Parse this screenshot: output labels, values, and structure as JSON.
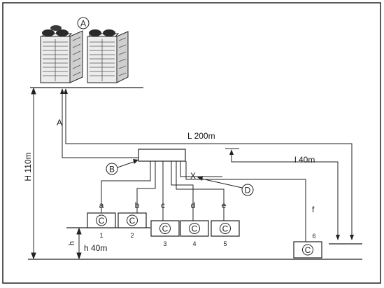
{
  "labels": {
    "outdoor_unit_marker": "A",
    "branch_header_marker": "B",
    "indoor_unit_marker": "C",
    "branch_point_marker": "D",
    "pipe_main": "A",
    "pipe_a": "a",
    "pipe_b": "b",
    "pipe_c": "c",
    "pipe_d": "d",
    "pipe_e": "e",
    "pipe_f": "f",
    "branch_x": "X",
    "unit_numbers": [
      "1",
      "2",
      "3",
      "4",
      "5",
      "6"
    ],
    "total_length": "L 200m",
    "farthest_length": "l 40m",
    "height_outdoor_indoor": "H 110m",
    "height_symbol": "h",
    "height_between_indoor": "h 40m"
  }
}
